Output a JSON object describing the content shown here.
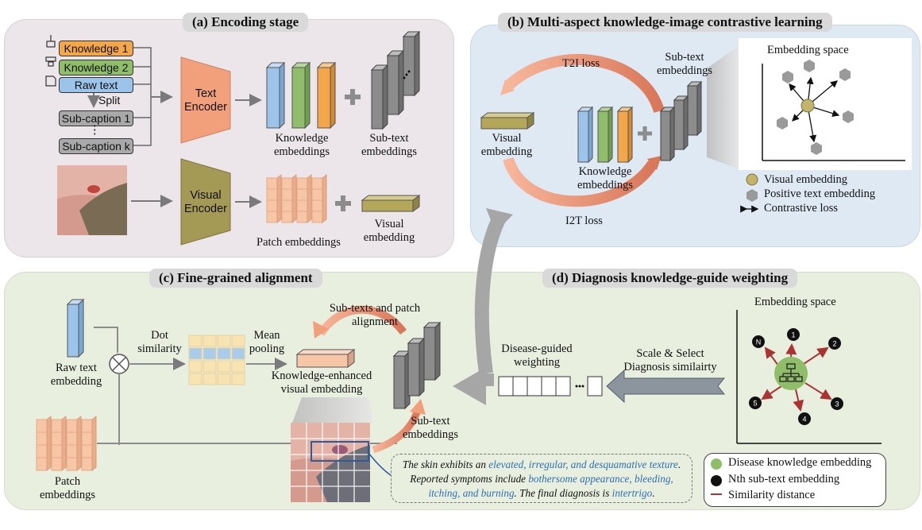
{
  "panels": {
    "a": "(a) Encoding stage",
    "b": "(b) Multi-aspect knowledge-image contrastive learning",
    "c": "(c) Fine-grained alignment",
    "d": "(d) Diagnosis knowledge-guide weighting"
  },
  "encoding": {
    "knowledge1": "Knowledge 1",
    "knowledge2": "Knowledge 2",
    "raw_text": "Raw text",
    "split": "Split",
    "subcaption1": "Sub-caption 1",
    "dots": "⋮",
    "subcaptionk": "Sub-caption k",
    "text_encoder": "Text\nEncoder",
    "visual_encoder": "Visual\nEncoder",
    "knowledge_embeddings": "Knowledge\nembeddings",
    "subtext_embeddings": "Sub-text\nembeddings",
    "patch_embeddings": "Patch embeddings",
    "visual_embedding": "Visual\nembedding"
  },
  "contrastive": {
    "t2i": "T2I loss",
    "i2t": "I2T loss",
    "visual_embedding": "Visual\nembedding",
    "knowledge_embeddings": "Knowledge\nembeddings",
    "subtext_embeddings": "Sub-text\nembeddings",
    "embedding_space": "Embedding space",
    "legend": [
      "Visual embedding",
      "Positive text embedding",
      "Contrastive loss"
    ]
  },
  "alignment": {
    "raw_text_embedding": "Raw text\nembedding",
    "dot_similarity": "Dot\nsimilarity",
    "mean_pooling": "Mean\npooling",
    "subtexts_patch": "Sub-texts and patch\nalignment",
    "knowledge_enhanced": "Knowledge-enhanced\nvisual embedding",
    "subtext_embeddings": "Sub-text\nembeddings",
    "patch_embeddings": "Patch\nembeddings",
    "caption": {
      "p1": "The skin exhibits an ",
      "h1": "elevated, irregular, and desquamative texture",
      "p2": ". Reported symptoms include ",
      "h2": "bothersome appearance, bleeding, itching, and burning",
      "p3": ". The final diagnosis is ",
      "h3": "intertrigo",
      "p4": "."
    }
  },
  "weighting": {
    "disease_guided": "Disease-guided\nweighting",
    "scale_select": "Scale & Select\nDiagnosis similairty",
    "embedding_space": "Embedding space",
    "node_labels": [
      "1",
      "2",
      "3",
      "4",
      "5",
      "N"
    ],
    "legend": [
      "Disease knowledge embedding",
      "Nth sub-text embedding",
      "Similarity distance"
    ]
  },
  "colors": {
    "orange": "#f4a64a",
    "green": "#8fbd6a",
    "blue": "#9cc3ea",
    "salmon": "#f2a07b",
    "olive": "#b5a75a",
    "patch": "#f6c6a6",
    "gray": "#8c8c8c"
  }
}
